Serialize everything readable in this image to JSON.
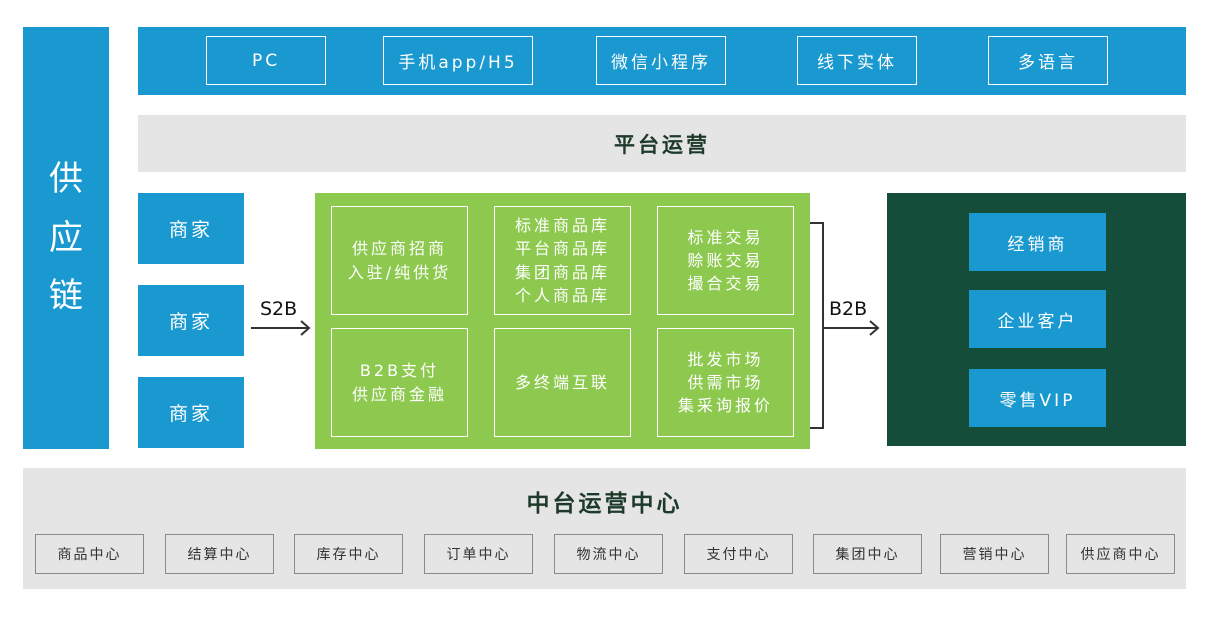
{
  "supply_chain": {
    "chars": [
      "供",
      "应",
      "链"
    ]
  },
  "channels": [
    "PC",
    "手机app/H5",
    "微信小程序",
    "线下实体",
    "多语言"
  ],
  "platform_operations": "平台运营",
  "merchants": [
    "商家",
    "商家",
    "商家"
  ],
  "flows": {
    "s2b": "S2B",
    "b2b": "B2B"
  },
  "core_cells": [
    {
      "lines": [
        "供应商招商",
        "入驻/纯供货"
      ]
    },
    {
      "lines": [
        "标准商品库",
        "平台商品库",
        "集团商品库",
        "个人商品库"
      ]
    },
    {
      "lines": [
        "标准交易",
        "赊账交易",
        "撮合交易"
      ]
    },
    {
      "lines": [
        "B2B支付",
        "供应商金融"
      ]
    },
    {
      "lines": [
        "多终端互联"
      ]
    },
    {
      "lines": [
        "批发市场",
        "供需市场",
        "集采询报价"
      ]
    }
  ],
  "clients": [
    "经销商",
    "企业客户",
    "零售VIP"
  ],
  "middle_platform": {
    "title": "中台运营中心",
    "modules": [
      "商品中心",
      "结算中心",
      "库存中心",
      "订单中心",
      "物流中心",
      "支付中心",
      "集团中心",
      "营销中心",
      "供应商中心"
    ]
  },
  "colors": {
    "blue": "#1a98d0",
    "green": "#8dc94f",
    "dark_green": "#144d3a",
    "gray": "#e5e5e5"
  }
}
